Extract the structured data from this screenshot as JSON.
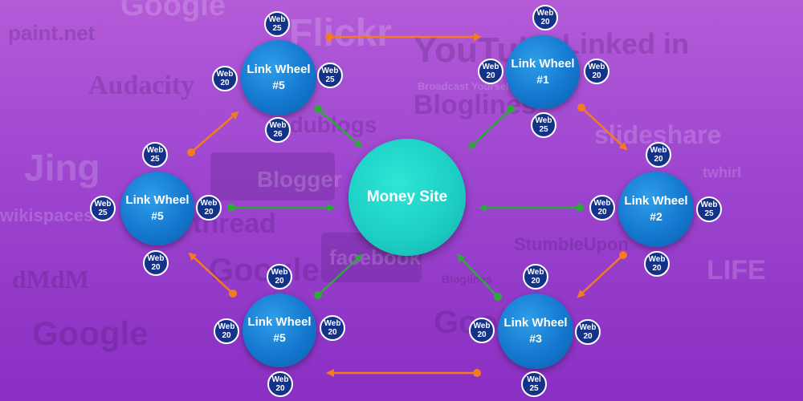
{
  "colors": {
    "bg_top": "#b35bd8",
    "bg_bottom": "#8a2fc3",
    "node": "#1478cf",
    "money": "#1ccdc3",
    "badge": "#14328a",
    "orange_arrow": "#f47b20",
    "green_arrow": "#2ea83a"
  },
  "background_logos": [
    "Google",
    "paint.net",
    "Audacity",
    "Flickr",
    "YouTube",
    "Linked in",
    "Bloglines",
    "Broadcast Yourself",
    "edublogs",
    "slideshare",
    "Blogger",
    "Jing",
    "wikispaces",
    "thread",
    "Google",
    "facebook",
    "StumbleUpon",
    "dMdM",
    "Google",
    "Google",
    "twhirl",
    "Bloglines",
    "LIFE"
  ],
  "center": {
    "label": "Money Site"
  },
  "wheels": [
    {
      "title": "Link Wheel",
      "number": "#1",
      "badges": [
        {
          "top": "Web",
          "bottom": "20"
        },
        {
          "top": "Web",
          "bottom": "20"
        },
        {
          "top": "Web",
          "bottom": "20"
        },
        {
          "top": "Web",
          "bottom": "25"
        }
      ]
    },
    {
      "title": "Link Wheel",
      "number": "#2",
      "badges": [
        {
          "top": "Web",
          "bottom": "20"
        },
        {
          "top": "Web",
          "bottom": "20"
        },
        {
          "top": "Web",
          "bottom": "25"
        },
        {
          "top": "Web",
          "bottom": "20"
        }
      ]
    },
    {
      "title": "Link Wheel",
      "number": "#3",
      "badges": [
        {
          "top": "Web",
          "bottom": "20"
        },
        {
          "top": "Web",
          "bottom": "20"
        },
        {
          "top": "Web",
          "bottom": "20"
        },
        {
          "top": "Wel",
          "bottom": "25"
        }
      ]
    },
    {
      "title": "Link Wheel",
      "number": "#5",
      "badges": [
        {
          "top": "Web",
          "bottom": "20"
        },
        {
          "top": "Web",
          "bottom": "20"
        },
        {
          "top": "Web",
          "bottom": "20"
        },
        {
          "top": "Web",
          "bottom": "20"
        }
      ]
    },
    {
      "title": "Link Wheel",
      "number": "#5",
      "badges": [
        {
          "top": "Web",
          "bottom": "25"
        },
        {
          "top": "Web",
          "bottom": "25"
        },
        {
          "top": "Web",
          "bottom": "20"
        },
        {
          "top": "Web",
          "bottom": "20"
        }
      ]
    },
    {
      "title": "Link Wheel",
      "number": "#5",
      "badges": [
        {
          "top": "Web",
          "bottom": "25"
        },
        {
          "top": "Web",
          "bottom": "20"
        },
        {
          "top": "Web",
          "bottom": "25"
        },
        {
          "top": "Web",
          "bottom": "26"
        }
      ]
    }
  ]
}
